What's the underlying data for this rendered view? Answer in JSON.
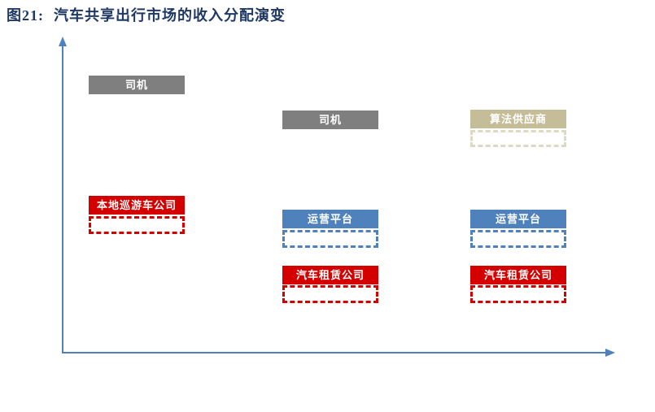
{
  "title": {
    "figure_number": "图21:",
    "text": "汽车共享出行市场的收入分配演变"
  },
  "colors": {
    "background": "#FFFFFF",
    "title_navy": "#1F3864",
    "axis_blue": "#4F81BD",
    "driver_gray": "#7F7F7F",
    "company_red": "#D40000",
    "platform_blue": "#4F81BD",
    "algorithm_tan": "#C4BD97",
    "algorithm_ghost_border": "#DDD9C3"
  },
  "diagram": {
    "axes": {
      "y_axis": "vertical-arrow-up",
      "x_axis": "horizontal-arrow-right",
      "labels": []
    },
    "columns": [
      {
        "stage": "stage-1-traditional-taxi",
        "boxes": [
          {
            "label": "司机",
            "style": "solid-gray"
          },
          {
            "label": "本地巡游车公司",
            "style": "solid-red"
          },
          {
            "label": "",
            "style": "dashed-red"
          }
        ]
      },
      {
        "stage": "stage-2-platform-era",
        "boxes": [
          {
            "label": "司机",
            "style": "solid-gray"
          },
          {
            "label": "运营平台",
            "style": "solid-blue"
          },
          {
            "label": "",
            "style": "dashed-blue"
          },
          {
            "label": "汽车租赁公司",
            "style": "solid-red"
          },
          {
            "label": "",
            "style": "dashed-red"
          }
        ]
      },
      {
        "stage": "stage-3-algorithm-era",
        "boxes": [
          {
            "label": "算法供应商",
            "style": "solid-tan"
          },
          {
            "label": "",
            "style": "dashed-tan"
          },
          {
            "label": "运营平台",
            "style": "solid-blue"
          },
          {
            "label": "",
            "style": "dashed-blue"
          },
          {
            "label": "汽车租赁公司",
            "style": "solid-red"
          },
          {
            "label": "",
            "style": "dashed-red"
          }
        ]
      }
    ]
  }
}
